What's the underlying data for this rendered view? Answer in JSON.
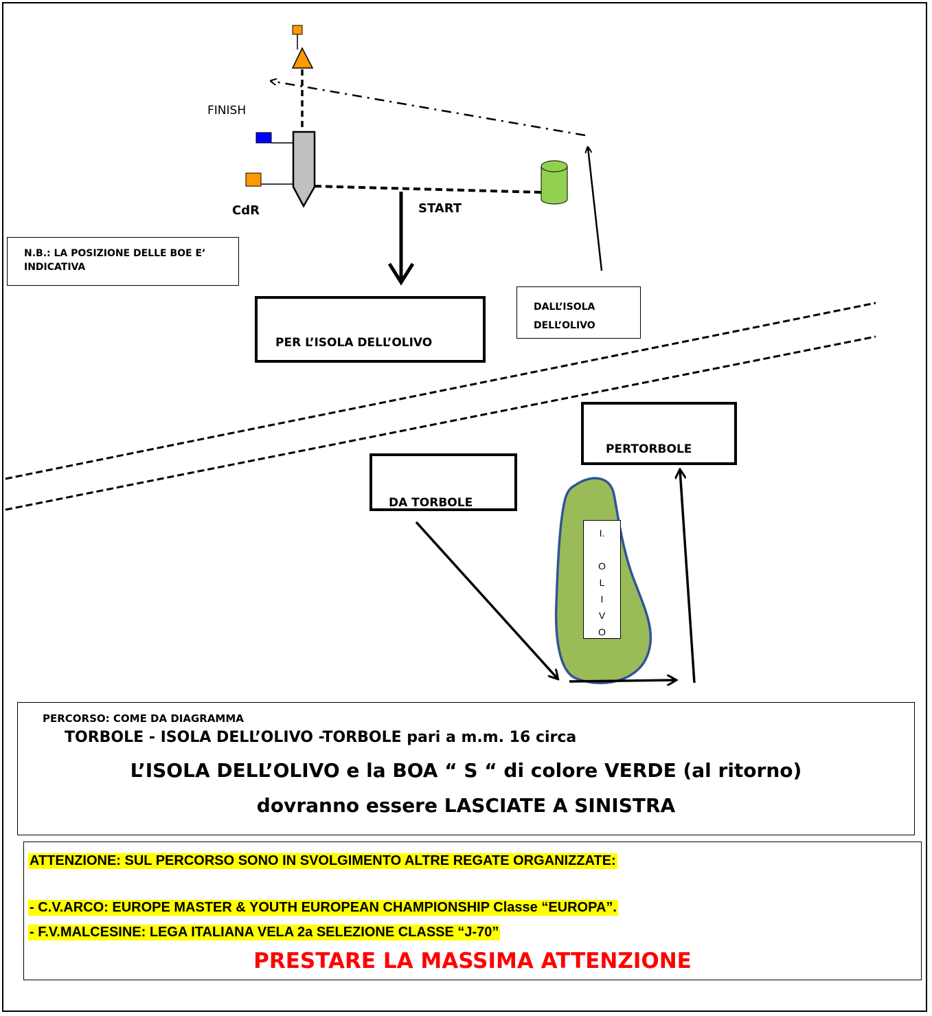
{
  "course": {
    "finish_label": "FINISH",
    "committee_label": "CdR",
    "start_label": "START",
    "colors": {
      "orange_flag": "#ff9900",
      "blue_flag": "#0000ff",
      "green_buoy": "#92d050",
      "island_fill": "#9bbb59",
      "island_stroke": "#2f5597",
      "committee_boat": "#c0c0c0"
    }
  },
  "note": {
    "text": "N.B.: LA POSIZIONE DELLE BOE E’ INDICATIVA"
  },
  "boxes": {
    "per_isola": "PER L’ISOLA DELL’OLIVO",
    "dall_isola_line1": "DALL’ISOLA",
    "dall_isola_line2": "DELL’OLIVO",
    "per_torbole": "PERTORBOLE",
    "da_torbole": "DA TORBOLE"
  },
  "island": {
    "label_chars": [
      "I.",
      "",
      "O",
      "L",
      "I",
      "V",
      "O"
    ]
  },
  "percorso": {
    "title": "PERCORSO: COME DA DIAGRAMMA",
    "line1": "TORBOLE - ISOLA DELL’OLIVO -TORBOLE pari a m.m. 16 circa",
    "line2": "L’ISOLA DELL’OLIVO e la BOA “ S “ di colore  VERDE (al ritorno)",
    "line3": "dovranno essere LASCIATE A SINISTRA"
  },
  "attenzione": {
    "heading": "ATTENZIONE: SUL PERCORSO SONO IN SVOLGIMENTO ALTRE REGATE ORGANIZZATE:",
    "item1": " - C.V.ARCO: EUROPE MASTER & YOUTH EUROPEAN CHAMPIONSHIP Classe “EUROPA”.",
    "item2": " - F.V.MALCESINE:  LEGA ITALIANA VELA 2a SELEZIONE CLASSE “J-70”",
    "footer": "PRESTARE LA MASSIMA ATTENZIONE",
    "highlight_color": "#ffff00",
    "footer_color": "#ff0000"
  }
}
